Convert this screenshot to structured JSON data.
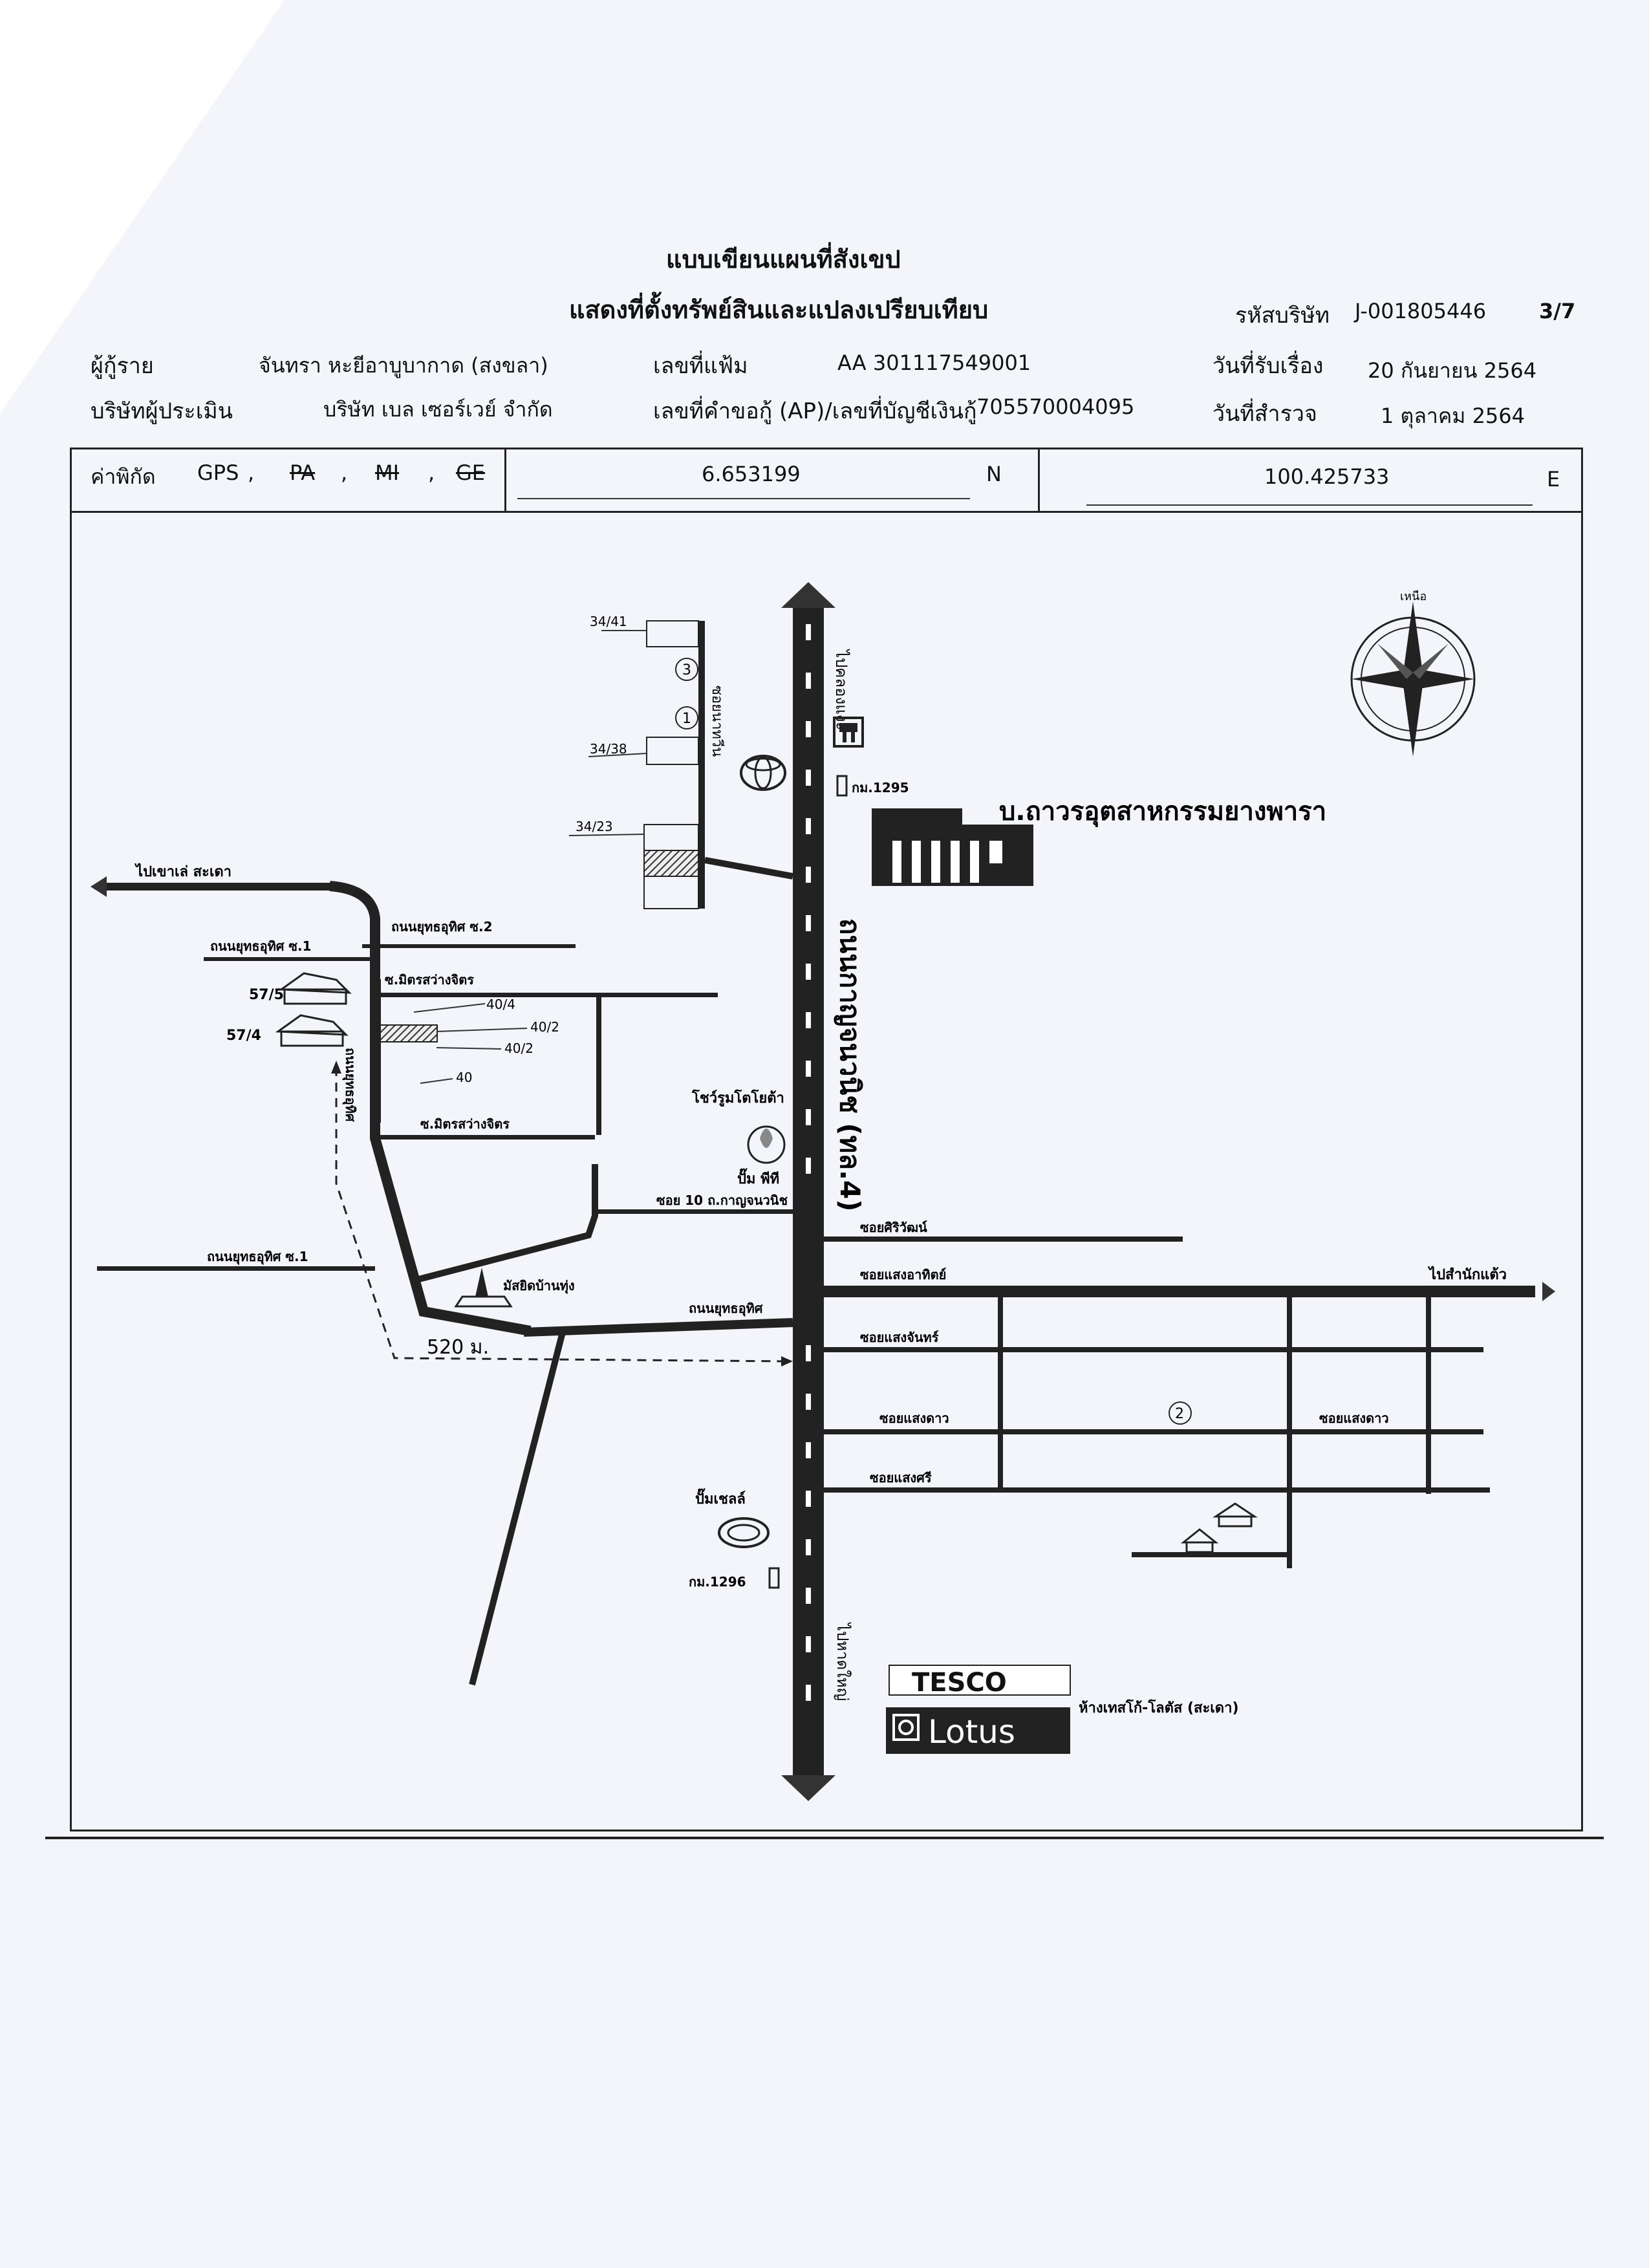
{
  "header": {
    "title_line1": "แบบเขียนแผนที่สังเขป",
    "title_line2": "แสดงที่ตั้งทรัพย์สินและแปลงเปรียบเทียบ",
    "company_code_label": "รหัสบริษัท",
    "company_code": "J-001805446",
    "page": "3/7"
  },
  "info": {
    "borrower_label": "ผู้กู้ราย",
    "borrower": "จันทรา หะยีอาบูบากาด (สงขลา)",
    "file_no_label": "เลขที่แฟ้ม",
    "file_no": "AA 301117549001",
    "received_label": "วันที่รับเรื่อง",
    "received_date": "20 กันยายน 2564",
    "appraiser_label": "บริษัทผู้ประเมิน",
    "appraiser": "บริษัท เบล เซอร์เวย์ จำกัด",
    "request_label": "เลขที่คำขอกู้ (AP)/เลขที่บัญชีเงินกู้",
    "request_no": "705570004095",
    "survey_label": "วันที่สำรวจ",
    "survey_date": "1 ตุลาคม 2564"
  },
  "coords": {
    "label": "ค่าพิกัด",
    "gps": "GPS",
    "pa": "PA",
    "mi": "MI",
    "ge": "GE",
    "lat": "6.653199",
    "lat_dir": "N",
    "lon": "100.425733",
    "lon_dir": "E"
  },
  "map": {
    "main_road": "ถนนกาญจนวนิช (ทล.4)",
    "to_north": "ไปคลองแงะ",
    "to_south": "ไปหาดใหญ่",
    "to_west": "ไปเขาเล่ สะเดา",
    "to_east": "ไปสำนักแต้ว",
    "factory": "บ.ถาวรอุตสาหกรรมยางพารา",
    "km1295": "กม.1295",
    "km1296": "กม.1296",
    "toyota": "โชว์รูมโตโยต้า",
    "pump_pt": "ปั๊ม พีที",
    "pump_shell": "ปั๊มเชลล์",
    "mosque": "มัสยิดบ้านทุ่ง",
    "tesco_top": "TESCO",
    "tesco_bottom": "Lotus",
    "tesco_label": "ห้างเทสโก้-โลตัส (สะเดา)",
    "distance": "520 ม.",
    "compass_n": "เหนือ",
    "soi_nathee": "ซอยนาทวีน",
    "road_yothin": "ถนนยุทธอุทิศ ซ.2",
    "road_yothin1": "ถนนยุทธอุทิศ ซ.1",
    "road_yothin_1b": "ถนนยุทธอุทิศ ซ.1",
    "road_yothin_main": "ถนนยุทธอุทิศ",
    "soi_mit1": "ซ.มิตรสว่างจิตร",
    "soi_mit2": "ซ.มิตรสว่างจิตร",
    "soi_10": "ซอย 10 ถ.กาญจนวนิช",
    "soi_siriwat": "ซอยศิริวัฒน์",
    "soi_saeng_athit": "ซอยแสงอาทิตย์",
    "soi_saeng_chan": "ซอยแสงจันทร์",
    "soi_saeng_dao": "ซอยแสงดาว",
    "soi_saeng_dao2": "ซอยแสงดาว",
    "soi_saeng_sri": "ซอยแสงศรี",
    "soi_yothin_v": "ถนนยุทธอุทิศ",
    "lot_3441": "34/41",
    "lot_3438": "34/38",
    "lot_3423": "34/23",
    "lot_575": "57/5",
    "lot_574": "57/4",
    "lot_404": "40/4",
    "lot_402a": "40/2",
    "lot_402b": "40/2",
    "lot_40": "40",
    "marker_1": "1",
    "marker_2": "2",
    "marker_3": "3"
  }
}
